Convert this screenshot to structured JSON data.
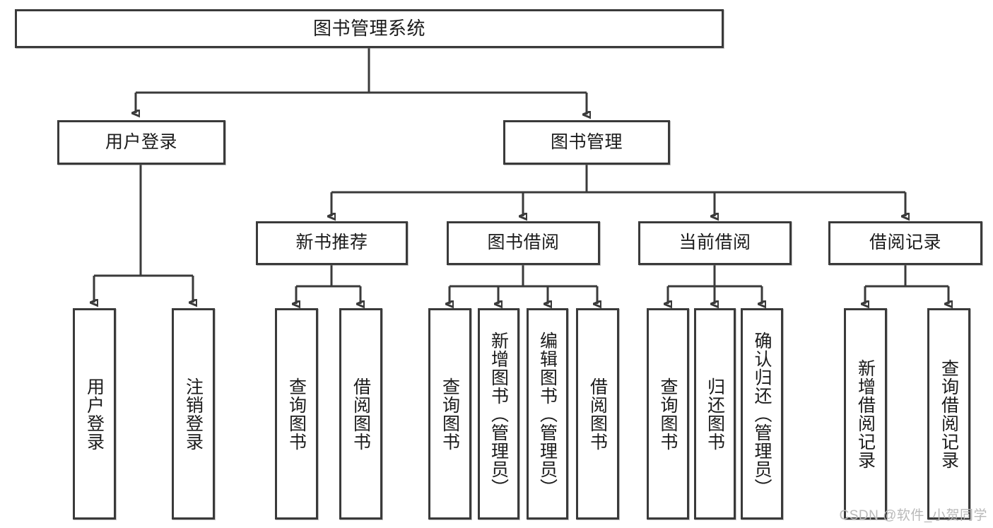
{
  "diagram": {
    "title": "图书管理系统",
    "type": "tree",
    "root": {
      "id": "root",
      "label": "图书管理系统"
    },
    "level2": [
      {
        "id": "user-login",
        "label": "用户登录"
      },
      {
        "id": "book-manage",
        "label": "图书管理"
      }
    ],
    "level3": [
      {
        "id": "new-book-rec",
        "label": "新书推荐",
        "parent": "book-manage"
      },
      {
        "id": "book-borrow",
        "label": "图书借阅",
        "parent": "book-manage"
      },
      {
        "id": "current-borrow",
        "label": "当前借阅",
        "parent": "book-manage"
      },
      {
        "id": "borrow-record",
        "label": "借阅记录",
        "parent": "book-manage"
      }
    ],
    "leaves": [
      {
        "id": "leaf-user-login",
        "label": "用户登录",
        "parent": "user-login"
      },
      {
        "id": "leaf-logout",
        "label": "注销登录",
        "parent": "user-login"
      },
      {
        "id": "leaf-query-book-1",
        "label": "查询图书",
        "parent": "new-book-rec"
      },
      {
        "id": "leaf-borrow-book-1",
        "label": "借阅图书",
        "parent": "new-book-rec"
      },
      {
        "id": "leaf-query-book-2",
        "label": "查询图书",
        "parent": "book-borrow"
      },
      {
        "id": "leaf-add-book",
        "label": "新增图书（管理员）",
        "parent": "book-borrow"
      },
      {
        "id": "leaf-edit-book",
        "label": "编辑图书（管理员）",
        "parent": "book-borrow"
      },
      {
        "id": "leaf-borrow-book-2",
        "label": "借阅图书",
        "parent": "book-borrow"
      },
      {
        "id": "leaf-query-book-3",
        "label": "查询图书",
        "parent": "current-borrow"
      },
      {
        "id": "leaf-return-book",
        "label": "归还图书",
        "parent": "current-borrow"
      },
      {
        "id": "leaf-confirm-return",
        "label": "确认归还（管理员）",
        "parent": "current-borrow"
      },
      {
        "id": "leaf-add-record",
        "label": "新增借阅记录",
        "parent": "borrow-record"
      },
      {
        "id": "leaf-query-record",
        "label": "查询借阅记录",
        "parent": "borrow-record"
      }
    ]
  },
  "watermark": {
    "text": "CSDN @软件_小贺同学"
  },
  "colors": {
    "border": "#3a3a3a",
    "background": "#ffffff",
    "text": "#1b1b1b",
    "watermark": "#b9b9b9"
  }
}
